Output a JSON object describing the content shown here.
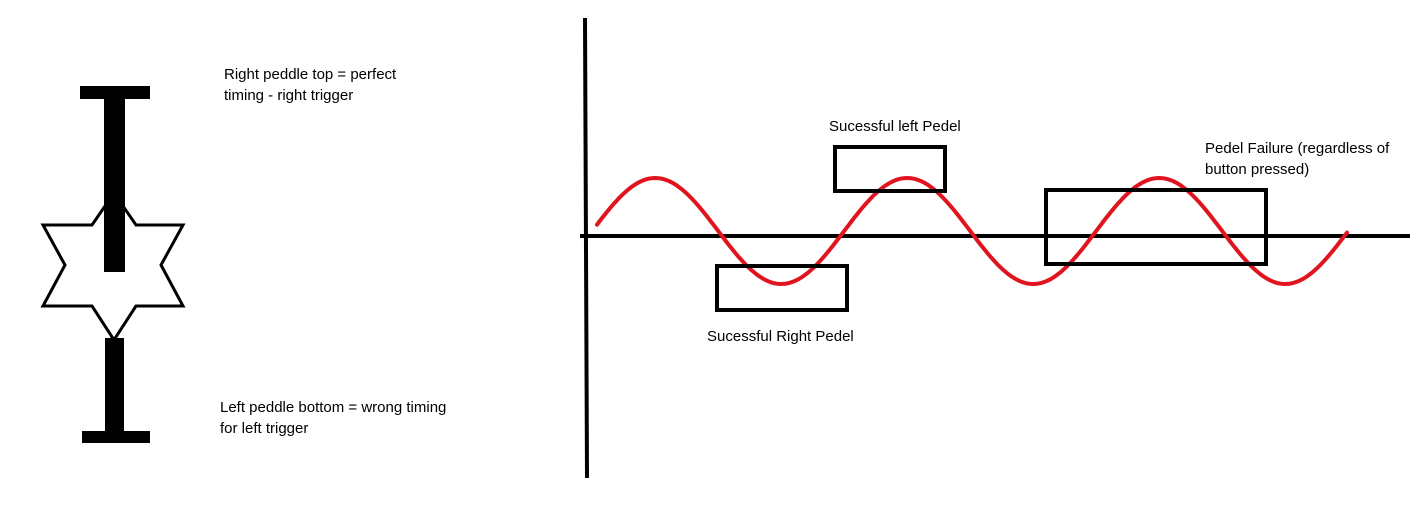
{
  "pedal_legend": {
    "right_top_text": "Right peddle top = perfect timing - right trigger",
    "left_bottom_text": "Left peddle bottom = wrong timing for left trigger"
  },
  "timing_graph": {
    "annotations": {
      "successful_left": "Sucessful left Pedel",
      "successful_right": "Sucessful Right Pedel",
      "failure": "Pedel Failure (regardless of button pressed)"
    }
  },
  "colors": {
    "wave": "#e0141e",
    "ink": "#000000",
    "background": "#ffffff"
  }
}
